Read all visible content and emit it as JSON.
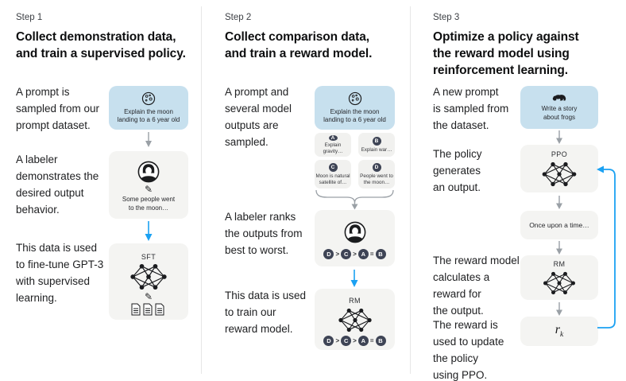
{
  "colors": {
    "prompt_box_blue": "#c7e0ee",
    "panel_gray": "#f4f4f2",
    "accent_blue": "#1ba1f2",
    "badge_navy": "#3e4455",
    "arrow_gray": "#9aa0a6"
  },
  "columns": [
    {
      "step_label": "Step 1",
      "heading": "Collect demonstration data,\nand train a supervised policy.",
      "captions": [
        "A prompt is\nsampled from our\nprompt dataset.",
        "A labeler\ndemonstrates the\ndesired output\nbehavior.",
        "This data is used\nto fine-tune GPT-3\nwith supervised\nlearning."
      ],
      "prompt_box": {
        "icon": "moon-icon",
        "text": "Explain the moon\nlanding to a 6 year old"
      },
      "labeler_box": {
        "icon": "labeler-avatar-icon",
        "output_text": "Some people went\nto the moon…"
      },
      "model_box": {
        "title": "SFT"
      }
    },
    {
      "step_label": "Step 2",
      "heading": "Collect comparison data,\nand train a reward model.",
      "captions": [
        "A prompt and\nseveral model\noutputs are\nsampled.",
        "A labeler ranks\nthe outputs from\nbest to worst.",
        "This data is used\nto train our\nreward model."
      ],
      "prompt_box": {
        "icon": "moon-icon",
        "text": "Explain the moon\nlanding to a 6 year old"
      },
      "options": [
        {
          "letter": "A",
          "text": "Explain gravity…"
        },
        {
          "letter": "B",
          "text": "Explain war…"
        },
        {
          "letter": "C",
          "text": "Moon is natural\nsatellite of…"
        },
        {
          "letter": "D",
          "text": "People went to\nthe moon…"
        }
      ],
      "ranking": [
        "D",
        ">",
        "C",
        ">",
        "A",
        "=",
        "B"
      ],
      "model_box": {
        "title": "RM"
      }
    },
    {
      "step_label": "Step 3",
      "heading": "Optimize a policy against\nthe reward model using\nreinforcement learning.",
      "captions": [
        "A new prompt\nis sampled from\nthe dataset.",
        "The policy\ngenerates\nan output.",
        "The reward model\ncalculates a\nreward for\nthe output.",
        "The reward is\nused to update\nthe policy\nusing PPO."
      ],
      "prompt_box": {
        "icon": "frog-icon",
        "text": "Write a story\nabout frogs"
      },
      "policy_box": {
        "title": "PPO"
      },
      "output_box": {
        "text": "Once upon a time…"
      },
      "model_box": {
        "title": "RM"
      },
      "reward_box": {
        "symbol": "r",
        "subscript": "k"
      }
    }
  ]
}
